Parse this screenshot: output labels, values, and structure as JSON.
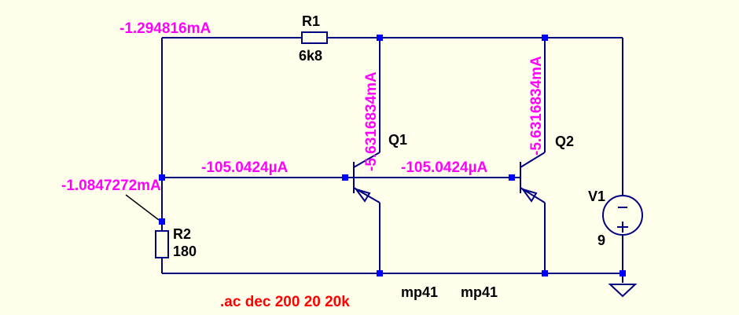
{
  "components": {
    "r1": {
      "name": "R1",
      "value": "6k8"
    },
    "r2": {
      "name": "R2",
      "value": "180"
    },
    "q1": {
      "name": "Q1",
      "model": "mp41"
    },
    "q2": {
      "name": "Q2",
      "model": "mp41"
    },
    "v1": {
      "name": "V1",
      "value": "9"
    }
  },
  "currents": {
    "r1": "-1.294816mA",
    "r2": "-1.0847272mA",
    "q1_base": "-105.0424µA",
    "q2_base": "-105.0424µA",
    "q1_collector": "-5.6316834mA",
    "q2_collector": "-5.6316834mA"
  },
  "directive": ".ac dec 200 20 20k",
  "colors": {
    "background": "#ffffec",
    "wire": "#000080",
    "node": "#0000ff",
    "current": "#ff00ff",
    "directive": "#ff0000",
    "label": "#000000"
  }
}
